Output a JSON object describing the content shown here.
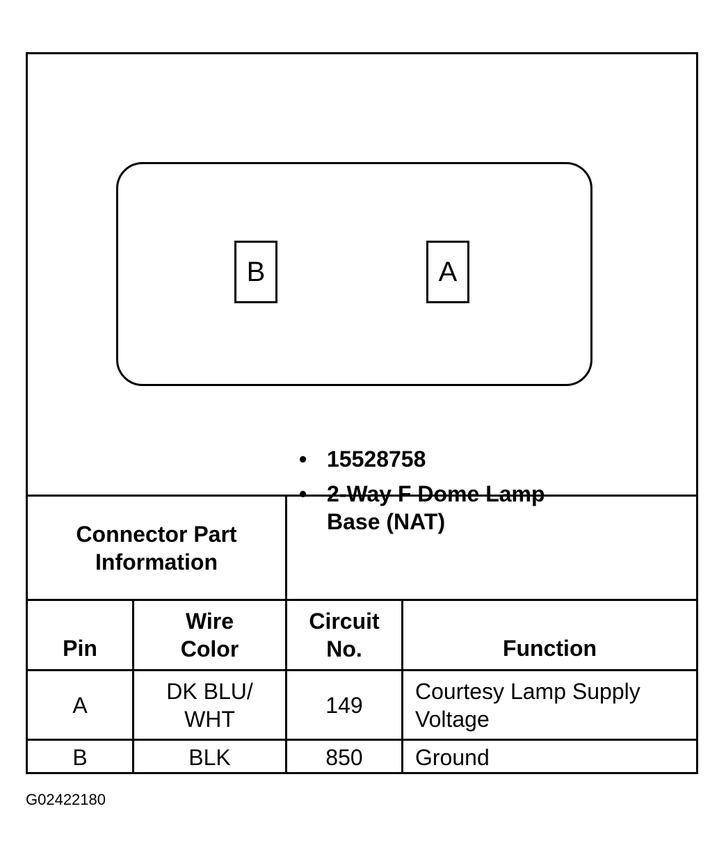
{
  "connector": {
    "cavities": [
      {
        "label": "B"
      },
      {
        "label": "A"
      }
    ]
  },
  "part_info": {
    "label": "Connector Part Information",
    "items": [
      "15528758",
      "2-Way F Dome Lamp Base (NAT)"
    ]
  },
  "table": {
    "headers": {
      "pin": "Pin",
      "wire_color": "Wire Color",
      "circuit": "Circuit No.",
      "function": "Function"
    },
    "rows": [
      {
        "pin": "A",
        "wire_color": "DK BLU/ WHT",
        "circuit": "149",
        "function": "Courtesy Lamp Supply Voltage"
      },
      {
        "pin": "B",
        "wire_color": "BLK",
        "circuit": "850",
        "function": "Ground"
      }
    ]
  },
  "figure_id": "G02422180"
}
